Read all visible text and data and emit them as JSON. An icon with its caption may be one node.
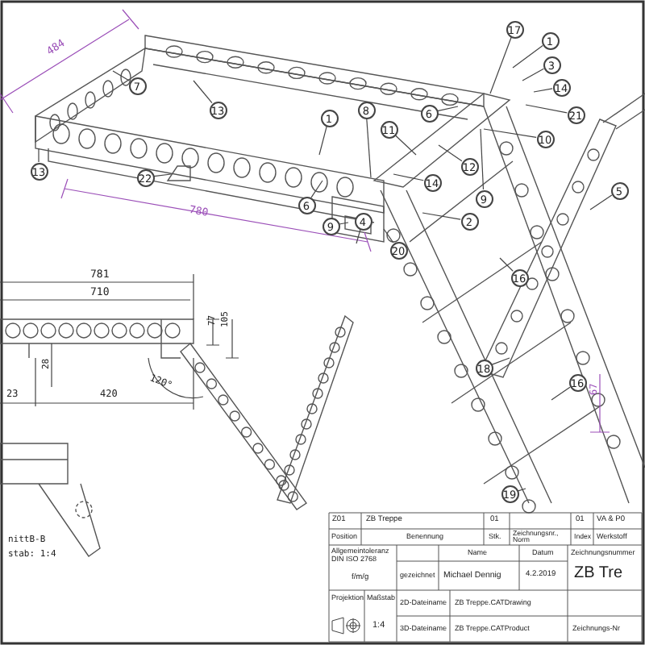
{
  "diagram": {
    "nodes": [
      {
        "text": [
          "7"
        ]
      },
      {
        "text": [
          "17"
        ]
      },
      {
        "text": [
          "1"
        ]
      },
      {
        "text": [
          "3"
        ]
      },
      {
        "text": [
          "13"
        ]
      },
      {
        "text": [
          "1"
        ]
      },
      {
        "text": [
          "8"
        ]
      },
      {
        "text": [
          "11"
        ]
      },
      {
        "text": [
          "14"
        ]
      },
      {
        "text": [
          "6"
        ]
      },
      {
        "text": [
          "21"
        ]
      },
      {
        "text": [
          "10"
        ]
      },
      {
        "text": [
          "12"
        ]
      },
      {
        "text": [
          "13"
        ]
      },
      {
        "text": [
          "22"
        ]
      },
      {
        "text": [
          "14"
        ]
      },
      {
        "text": [
          "5"
        ]
      },
      {
        "text": [
          "9"
        ]
      },
      {
        "text": [
          "6"
        ]
      },
      {
        "text": [
          "9"
        ]
      },
      {
        "text": [
          "4"
        ]
      },
      {
        "text": [
          "2"
        ]
      },
      {
        "text": [
          "20"
        ]
      },
      {
        "text": [
          "16"
        ]
      },
      {
        "text": [
          "18"
        ]
      },
      {
        "text": [
          "16"
        ]
      },
      {
        "text": [
          "19"
        ]
      }
    ],
    "edges": [
      {
        "from": 0,
        "to": null,
        "arrow": "none"
      },
      {
        "from": 1,
        "to": null,
        "arrow": "none"
      },
      {
        "from": 2,
        "to": null,
        "arrow": "none"
      },
      {
        "from": 3,
        "to": null,
        "arrow": "none"
      },
      {
        "from": 4,
        "to": null,
        "arrow": "none"
      },
      {
        "from": 5,
        "to": null,
        "arrow": "none"
      },
      {
        "from": 6,
        "to": null,
        "arrow": "none"
      },
      {
        "from": 7,
        "to": null,
        "arrow": "none"
      },
      {
        "from": 8,
        "to": null,
        "arrow": "none"
      },
      {
        "from": 9,
        "to": null,
        "arrow": "none"
      },
      {
        "from": 10,
        "to": null,
        "arrow": "none"
      },
      {
        "from": 11,
        "to": null,
        "arrow": "none"
      },
      {
        "from": 12,
        "to": null,
        "arrow": "none"
      },
      {
        "from": 13,
        "to": null,
        "arrow": "none"
      },
      {
        "from": 14,
        "to": null,
        "arrow": "none"
      },
      {
        "from": 15,
        "to": null,
        "arrow": "none"
      },
      {
        "from": 16,
        "to": null,
        "arrow": "none"
      },
      {
        "from": 17,
        "to": null,
        "arrow": "none"
      },
      {
        "from": 18,
        "to": null,
        "arrow": "none"
      },
      {
        "from": 19,
        "to": null,
        "arrow": "none"
      },
      {
        "from": 20,
        "to": null,
        "arrow": "none"
      },
      {
        "from": 21,
        "to": null,
        "arrow": "none"
      },
      {
        "from": 22,
        "to": null,
        "arrow": "none"
      },
      {
        "from": 23,
        "to": null,
        "arrow": "none"
      },
      {
        "from": 24,
        "to": null,
        "arrow": "none"
      },
      {
        "from": 25,
        "to": null,
        "arrow": "none"
      },
      {
        "from": 26,
        "to": null,
        "arrow": "none"
      }
    ],
    "labels": [
      "484",
      "780",
      "781",
      "710",
      "77",
      "105",
      "28",
      "120°",
      "23",
      "420",
      "67",
      "nittB-B",
      "stab:  1:4",
      "Z01",
      "ZB Treppe",
      "01",
      "01",
      "VA & P0",
      "Position",
      "Benennung",
      "Stk.",
      "Zeichnungsnr., Norm",
      "Index",
      "Werkstoff",
      "Allgemeintoleranz DIN ISO 2768",
      "Name",
      "Datum",
      "Zeichnungsnummer",
      "f/m/g",
      "gezeichnet",
      "Michael Dennig",
      "4.2.2019",
      "ZB Tre",
      "Projektion",
      "Maßstab",
      "2D-Dateiname",
      "ZB Treppe.CATDrawing",
      "1:4",
      "3D-Dateiname",
      "ZB Treppe.CATProduct",
      "Zeichnungs-Nr"
    ]
  }
}
